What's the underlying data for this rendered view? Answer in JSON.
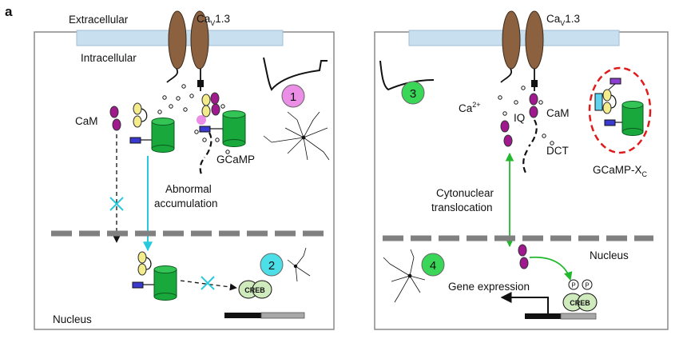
{
  "panel_letter": "a",
  "left_panel": {
    "extracellular": "Extracellular",
    "intracellular": "Intracellular",
    "channel_name": "Ca",
    "channel_sub": "V",
    "channel_suffix": "1.3",
    "cam": "CaM",
    "gcamp": "GCaMP",
    "abnormal": "Abnormal",
    "accumulation": "accumulation",
    "nucleus": "Nucleus",
    "creb": "CREB",
    "badge_1": "1",
    "badge_2": "2",
    "colors": {
      "badge_1": "#ea8ee6",
      "badge_2": "#4ddfe8",
      "arrow": "#27c9dd",
      "cross": "#27c9dd"
    }
  },
  "right_panel": {
    "channel_name": "Ca",
    "channel_sub": "V",
    "channel_suffix": "1.3",
    "ca_ion": "Ca",
    "ca_sup": "2+",
    "iq": "IQ",
    "cam": "CaM",
    "dct": "DCT",
    "gcamp_xc": "GCaMP-X",
    "gcamp_xc_sub": "C",
    "cytonuclear": "Cytonuclear",
    "translocation": "translocation",
    "nucleus": "Nucleus",
    "gene_expression": "Gene expression",
    "creb": "CREB",
    "phospho": "P",
    "badge_3": "3",
    "badge_4": "4",
    "colors": {
      "badges": "#39d657",
      "arrow": "#21b82e",
      "dashed_circle": "#e11b1b"
    }
  },
  "colors": {
    "membrane": "#c8dff0",
    "channel": "#8b6140",
    "cam": "#a0198f",
    "gcamp": "#18a83b",
    "lobe": "#f3ec8c",
    "linker": "#3a3ad0",
    "creb": "#cfeabc"
  }
}
